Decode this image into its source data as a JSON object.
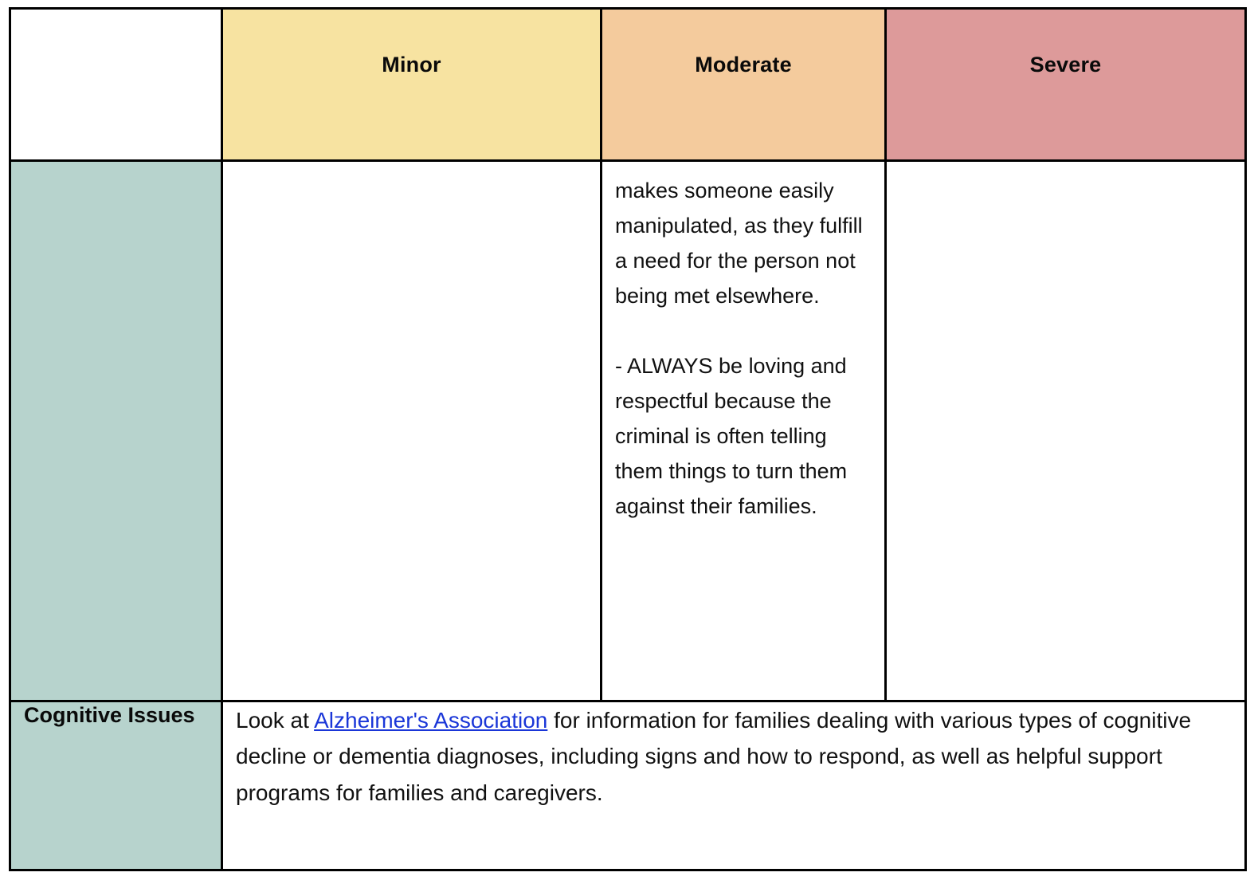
{
  "table": {
    "columns": [
      {
        "key": "label",
        "header": "",
        "fill": "#ffffff"
      },
      {
        "key": "minor",
        "header": "Minor",
        "fill": "#f7e3a1"
      },
      {
        "key": "moderate",
        "header": "Moderate",
        "fill": "#f4cb9d"
      },
      {
        "key": "severe",
        "header": "Severe",
        "fill": "#dd9a9a"
      }
    ],
    "row_label_fill": "#b7d3cd",
    "border_color": "#000000",
    "link_color": "#1a36d8",
    "rows": [
      {
        "label": "",
        "minor": "",
        "moderate_paragraphs": [
          "makes someone easily manipulated, as they fulfill a need for the person not being met elsewhere.",
          "- ALWAYS be loving and respectful because the criminal is often telling them things to turn them against their families."
        ],
        "severe": ""
      },
      {
        "label": "Cognitive Issues",
        "note_before": "Look at ",
        "note_link": "Alzheimer's Association",
        "note_after": " for information for families dealing with various types of cognitive decline or dementia diagnoses, including signs and how to respond, as well as helpful support programs for families and caregivers."
      }
    ]
  }
}
